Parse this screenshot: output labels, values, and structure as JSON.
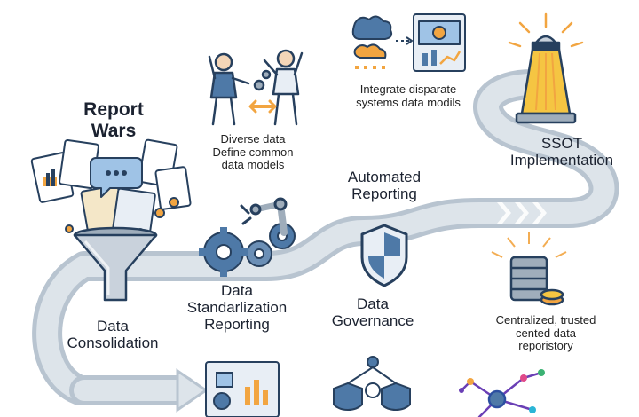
{
  "labels": {
    "report_wars": [
      "Report",
      "Wars"
    ],
    "diverse_data": [
      "Diverse data",
      "Define common",
      "data models"
    ],
    "integrate": [
      "Integrate disparate",
      "systems data modils"
    ],
    "ssot": [
      "SSOT",
      "Implementation"
    ],
    "automated": [
      "Automated",
      "Reporting"
    ],
    "standardization": [
      "Data",
      "Standarlization",
      "Reporting"
    ],
    "governance": [
      "Data",
      "Governance"
    ],
    "consolidation": [
      "Data",
      "Consolidation"
    ],
    "repository": [
      "Centralized, trusted",
      "cented data",
      "reporistory"
    ]
  },
  "colors": {
    "path": "#c9d2dc",
    "path_dark": "#9fadbb",
    "navy": "#27405e",
    "blue": "#4e79a7",
    "orange": "#f2a541",
    "yellow": "#f5c542",
    "purple": "#6a3fb5"
  },
  "icons": [
    "documents-icon",
    "funnel-icon",
    "gears-icon",
    "robot-arm-icon",
    "shield-icon",
    "database-icon",
    "beacon-light-icon",
    "people-arguing-icon",
    "data-integration-icon",
    "dashboard-icon",
    "network-shield-icon",
    "neural-network-icon"
  ]
}
